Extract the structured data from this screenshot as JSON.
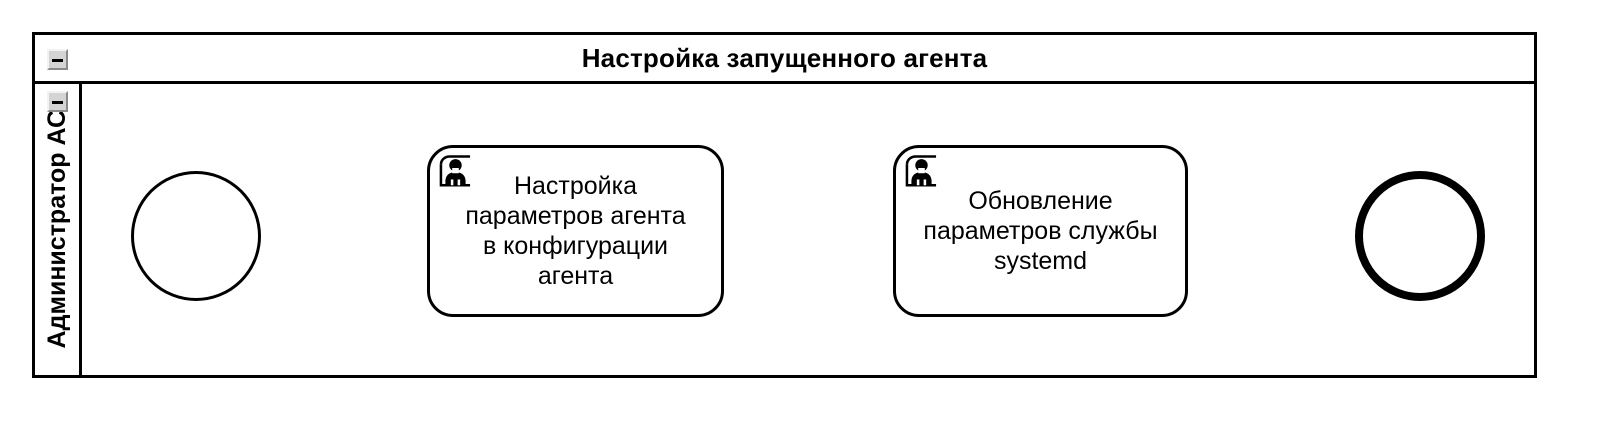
{
  "pool": {
    "title": "Настройка запущенного агента",
    "collapse_icon": "minus-square-icon"
  },
  "lane": {
    "label": "Администратор АС",
    "collapse_icon": "minus-square-icon"
  },
  "nodes": {
    "start_event": {
      "type": "start-event",
      "label": ""
    },
    "task_1": {
      "type": "user-task",
      "label": "Настройка\nпараметров агента\nв конфигурации\nагента",
      "marker": "user-task-icon"
    },
    "task_2": {
      "type": "user-task",
      "label": "Обновление\nпараметров службы\nsystemd",
      "marker": "user-task-icon"
    },
    "end_event": {
      "type": "end-event",
      "label": ""
    }
  },
  "flows": [
    {
      "name": "flow-start-to-task1",
      "label": ""
    },
    {
      "name": "flow-task1-to-task2",
      "label": ""
    },
    {
      "name": "flow-task2-to-end",
      "label": ""
    }
  ],
  "colors": {
    "stroke": "#000000",
    "background": "#ffffff",
    "icon_face": "#d4d4d4"
  }
}
